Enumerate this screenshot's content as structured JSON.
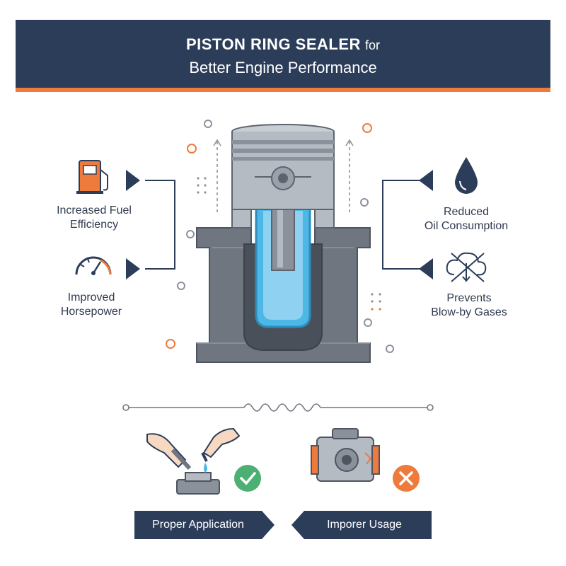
{
  "header": {
    "title_bold": "PISTON RING SEALER",
    "title_for": "for",
    "subtitle": "Better Engine Performance"
  },
  "benefits_left": [
    {
      "line1": "Increased Fuel",
      "line2": "Efficiency",
      "icon": "fuel-pump-icon"
    },
    {
      "line1": "Improved",
      "line2": "Horsepower",
      "icon": "speedometer-icon"
    }
  ],
  "benefits_right": [
    {
      "line1": "Reduced",
      "line2": "Oil Consumption",
      "icon": "oil-drop-icon"
    },
    {
      "line1": "Prevents",
      "line2": "Blow-by Gases",
      "icon": "no-gas-cloud-icon"
    }
  ],
  "usage": {
    "proper_label": "Proper Application",
    "improper_label": "Imporer Usage"
  },
  "colors": {
    "navy": "#2c3d5a",
    "orange": "#ee7a3c",
    "green": "#4caf73",
    "blue": "#4db8e6",
    "steel": "#7a808a"
  }
}
